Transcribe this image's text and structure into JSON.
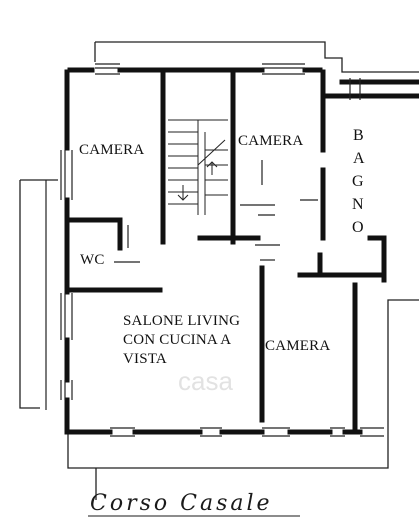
{
  "rooms": {
    "camera_top_left": "CAMERA",
    "camera_top_center": "CAMERA",
    "bagno": [
      "B",
      "A",
      "G",
      "N",
      "O"
    ],
    "wc": "WC",
    "salone_line1": "SALONE LIVING",
    "salone_line2": "CON CUCINA A",
    "salone_line3": "VISTA",
    "camera_right": "CAMERA"
  },
  "street": "Corso Casale",
  "watermark": "casa"
}
